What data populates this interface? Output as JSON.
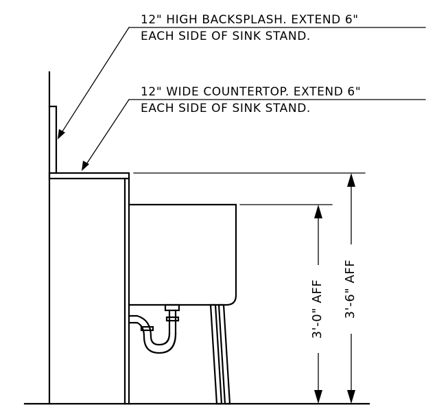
{
  "notes": {
    "backsplash": {
      "line1": "12\" HIGH BACKSPLASH. EXTEND 6\"",
      "line2": "EACH SIDE OF SINK STAND."
    },
    "countertop": {
      "line1": "12\" WIDE COUNTERTOP. EXTEND 6\"",
      "line2": "EACH SIDE OF SINK STAND."
    }
  },
  "dimensions": {
    "sink_rim": "3'-0\" AFF",
    "countertop": "3'-6\" AFF"
  },
  "colors": {
    "ink": "#000000",
    "paper": "#ffffff"
  }
}
